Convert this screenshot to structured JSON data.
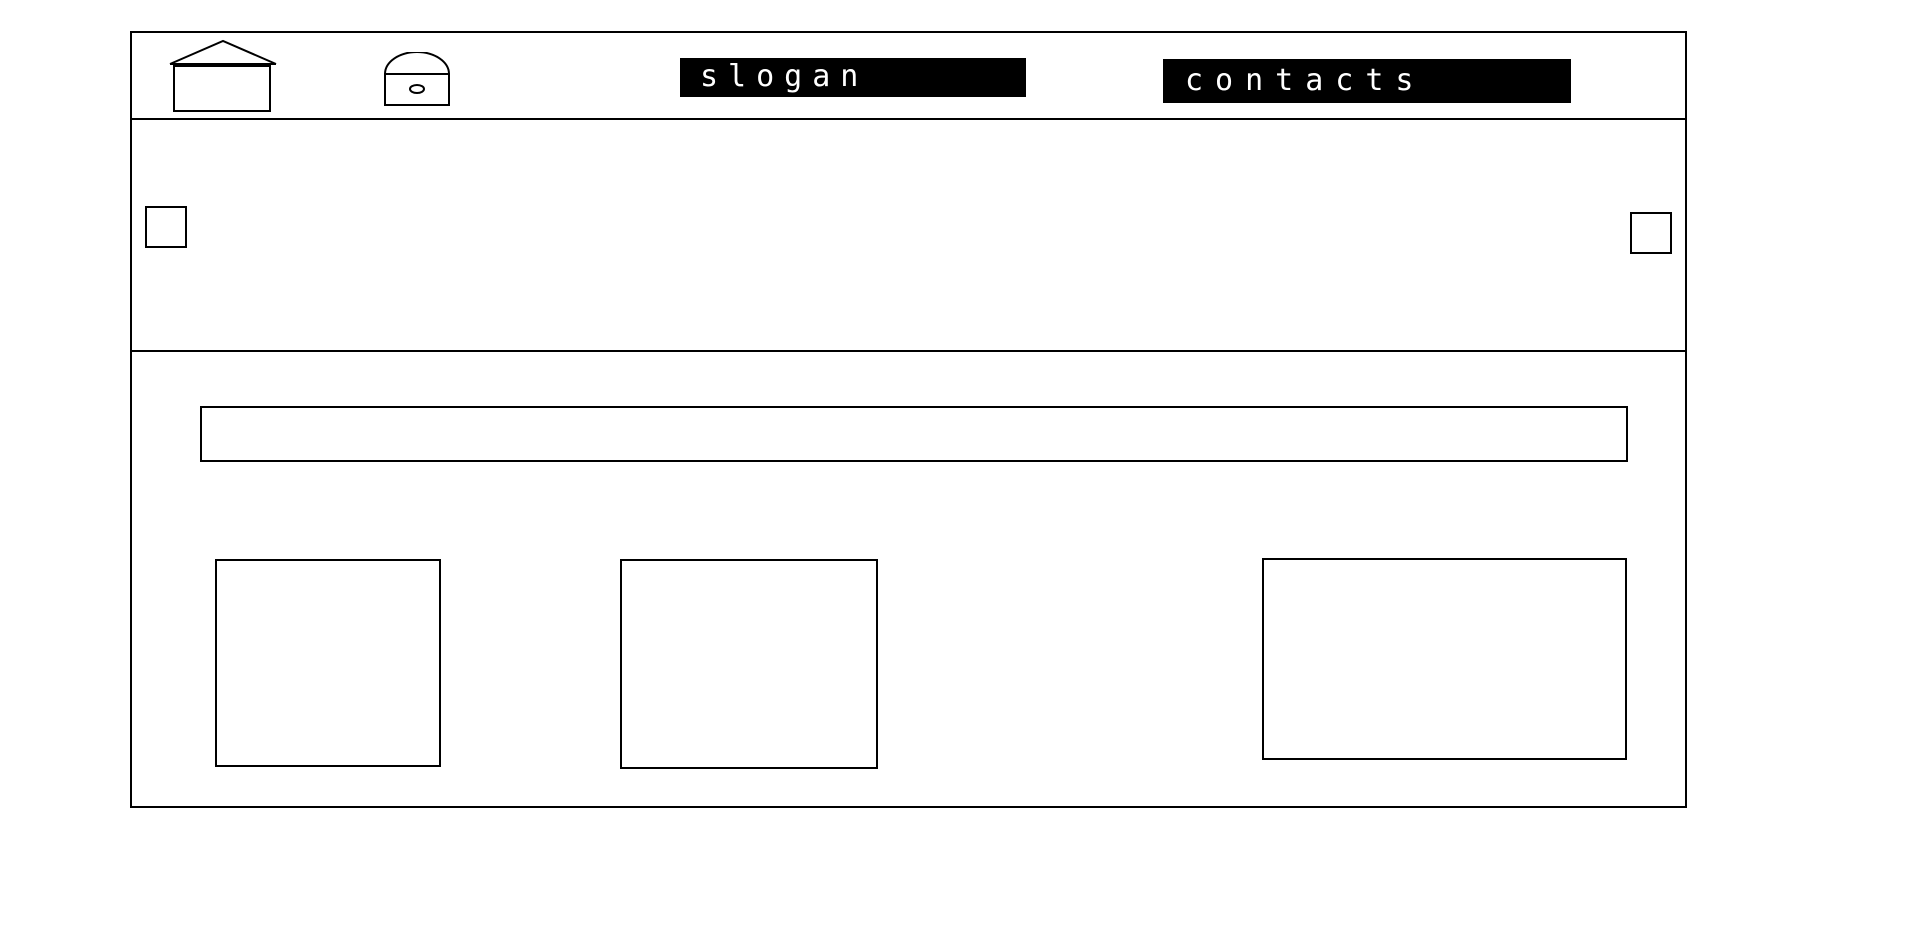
{
  "header": {
    "home_icon": "home-icon",
    "chest_icon": "chest-icon",
    "slogan_label": "slogan",
    "contacts_label": "contacts"
  },
  "banner": {
    "prev_control": "left-square-placeholder",
    "next_control": "right-square-placeholder"
  },
  "search": {
    "value": "",
    "placeholder": ""
  },
  "cards": [
    {
      "name": "card-1"
    },
    {
      "name": "card-2"
    },
    {
      "name": "card-3"
    }
  ]
}
